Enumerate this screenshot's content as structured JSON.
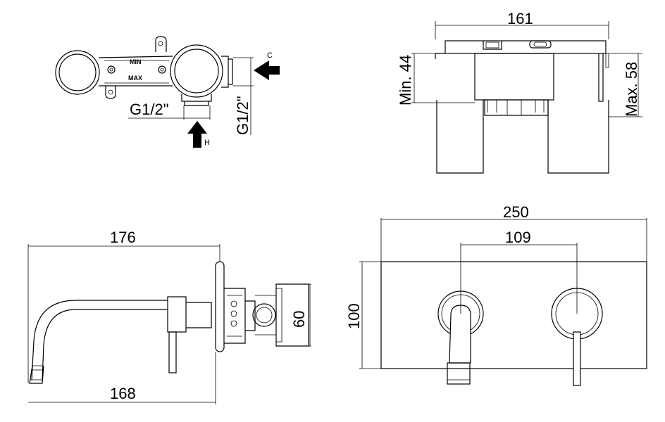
{
  "top_left": {
    "label_min": "MIN",
    "label_max": "MAX",
    "thread_horizontal": "G1/2\"",
    "thread_vertical": "G1/2\"",
    "arrow_cold": "C",
    "arrow_hot": "H"
  },
  "top_right": {
    "width": "161",
    "min_depth": "Min. 44",
    "max_depth": "Max. 58"
  },
  "bottom_left": {
    "overall_length": "176",
    "spout_length": "168",
    "body_height": "60"
  },
  "bottom_right": {
    "plate_width": "250",
    "center_distance": "109",
    "plate_height": "100"
  }
}
